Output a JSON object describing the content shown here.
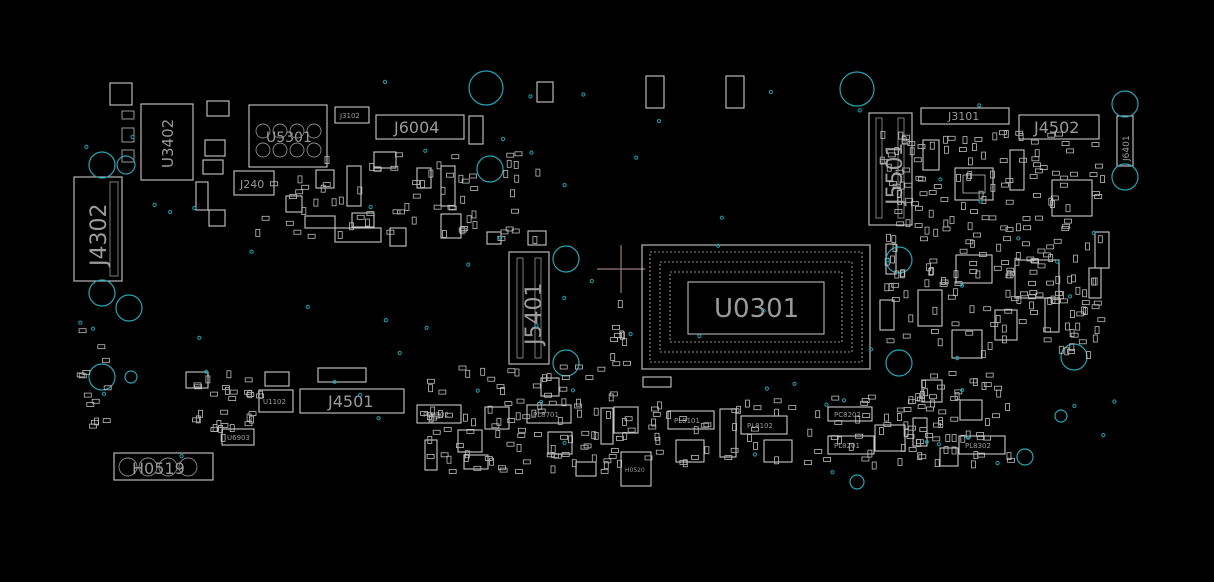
{
  "refdes": {
    "U0301": "U0301",
    "J5401": "J5401",
    "J5501": "J5501",
    "J4302": "J4302",
    "J4501": "J4501",
    "J6004": "J6004",
    "J4502": "J4502",
    "J3101": "J3101",
    "U3402": "U3402",
    "U5301": "U5301",
    "H0519": "H0519",
    "J3102": "J3102",
    "J6401": "J6401",
    "U1102": "U1102",
    "U6903": "U6903",
    "PL8702": "PL8702",
    "PL8701": "PL8701",
    "PL8101": "PL8101",
    "PL8102": "PL8102",
    "PL8201": "PL8201",
    "PC8202": "PC8202",
    "PL8302": "PL8302",
    "H0520": "H0520",
    "J240": "J240"
  },
  "colors": {
    "background": "#000000",
    "outline": "#c8c8c8",
    "hole": "#2aa3b3"
  }
}
